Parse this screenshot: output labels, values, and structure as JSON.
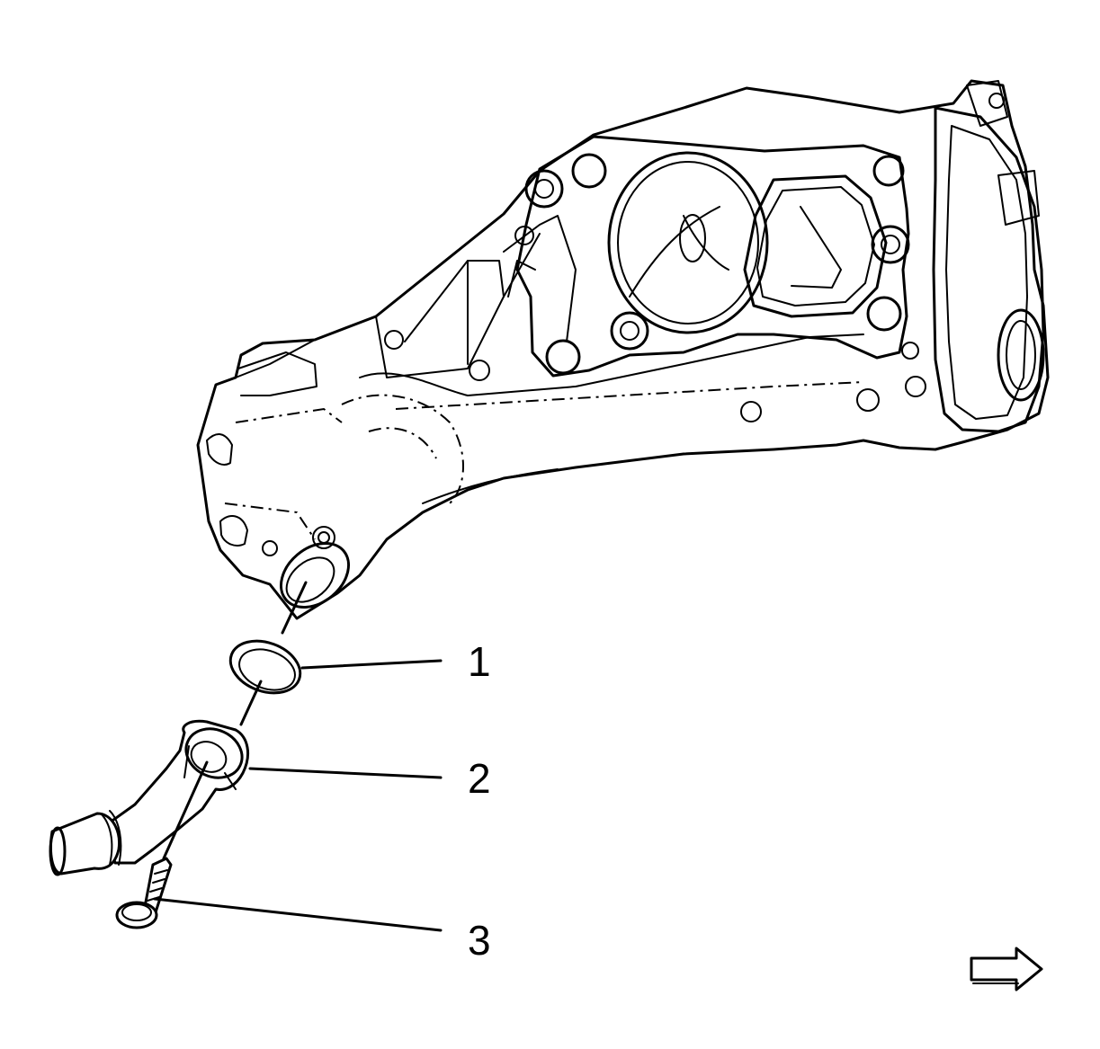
{
  "callouts": [
    {
      "id": "seal",
      "label": "1"
    },
    {
      "id": "pipe",
      "label": "2"
    },
    {
      "id": "bolt",
      "label": "3"
    }
  ],
  "icons": {
    "direction_arrow": "right-arrow-icon"
  }
}
